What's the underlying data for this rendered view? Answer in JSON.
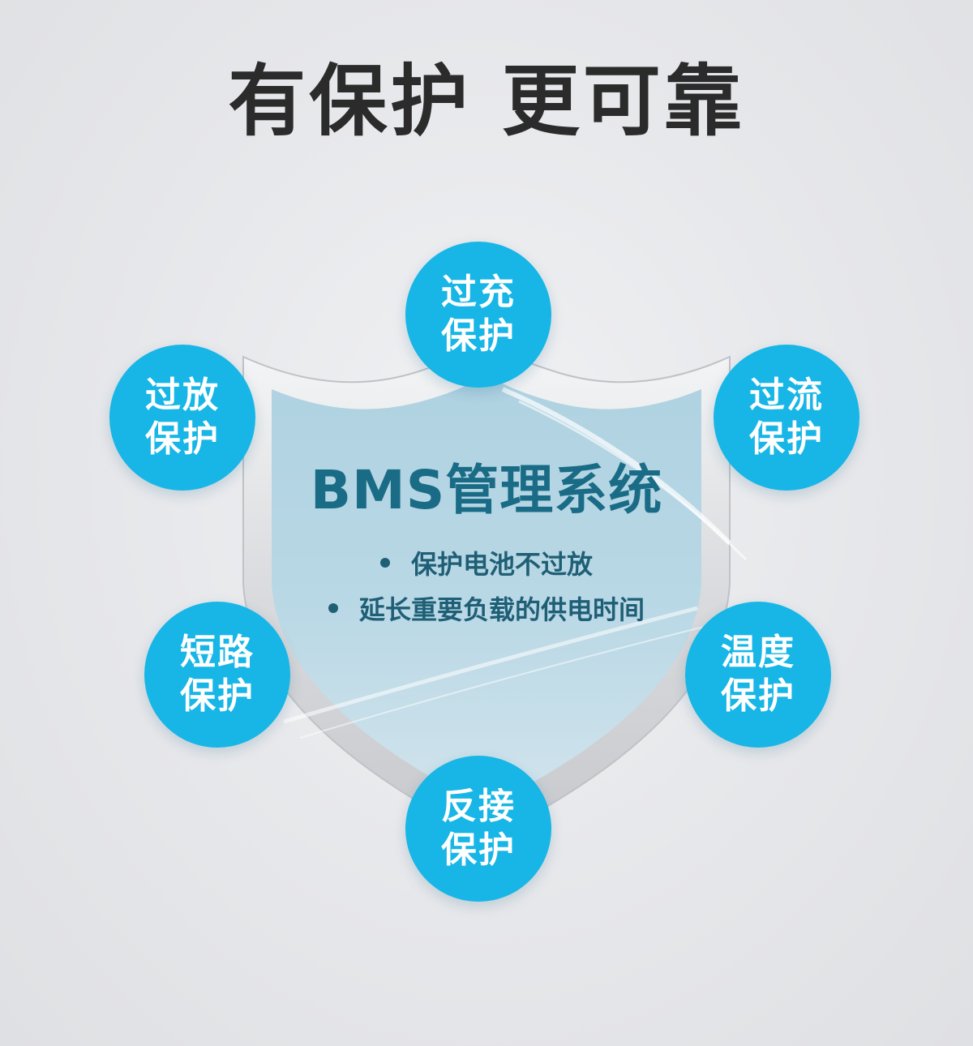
{
  "title": "有保护 更可靠",
  "center": {
    "title": "BMS管理系统",
    "bullets": [
      "保护电池不过放",
      "延长重要负载的供电时间"
    ]
  },
  "features": [
    {
      "line1": "过充",
      "line2": "保护"
    },
    {
      "line1": "过放",
      "line2": "保护"
    },
    {
      "line1": "过流",
      "line2": "保护"
    },
    {
      "line1": "短路",
      "line2": "保护"
    },
    {
      "line1": "温度",
      "line2": "保护"
    },
    {
      "line1": "反接",
      "line2": "保护"
    }
  ],
  "colors": {
    "feature_circle": "#17b6e6",
    "title_text": "#2b2b2b",
    "center_text": "#1a6c86"
  }
}
